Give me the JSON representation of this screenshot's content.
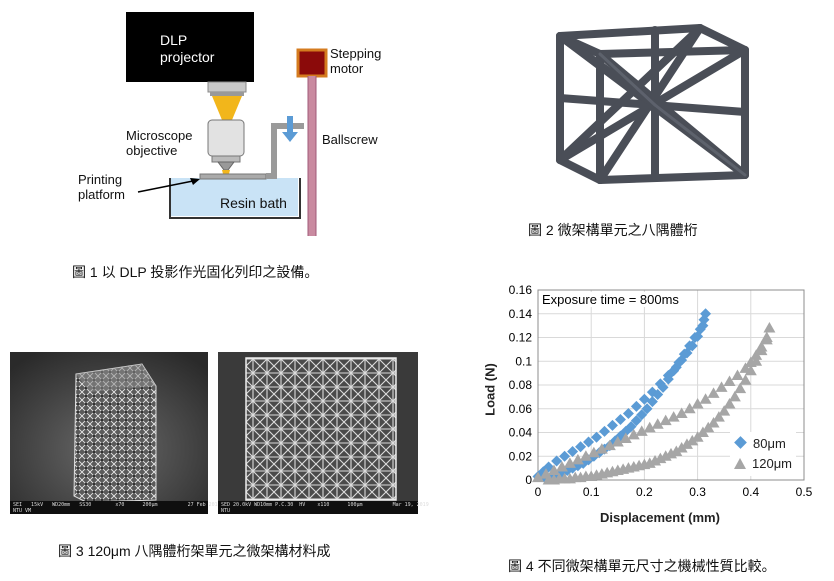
{
  "fig1": {
    "projector": "DLP\nprojector",
    "motor": "Stepping\nmotor",
    "objective": "Microscope\nobjective",
    "ballscrew": "Ballscrew",
    "platform": "Printing\nplatform",
    "bath": "Resin bath",
    "caption": "圖 1  以 DLP 投影作光固化列印之設備。"
  },
  "fig2": {
    "caption": "圖 2  微架構單元之八隅體桁"
  },
  "fig3": {
    "caption": "圖 3 120μm 八隅體桁架單元之微架構材料成",
    "left_bar": "SEI   15kV   WD20mm   SS30        x70      200μm          27 Feb 2018\nNTU VM",
    "right_bar": "SED 20.0kV WD10mm P.C.30  HV    x110      100μm          Mar 19, 2019\nNTU"
  },
  "fig4": {
    "caption": "圖 4  不同微架構單元尺寸之機械性質比較。",
    "colors": {
      "s80": "#5b9bd5",
      "s120": "#a6a6a6"
    }
  },
  "chart_data": {
    "type": "scatter",
    "title": "Exposure time = 800ms",
    "xlabel": "Displacement (mm)",
    "ylabel": "Load (N)",
    "xlim": [
      0,
      0.5
    ],
    "ylim": [
      0,
      0.16
    ],
    "xticks": [
      "0",
      "0.1",
      "0.2",
      "0.3",
      "0.4",
      "0.5"
    ],
    "yticks": [
      "0",
      "0.02",
      "0.04",
      "0.06",
      "0.08",
      "0.1",
      "0.12",
      "0.14",
      "0.16"
    ],
    "grid": true,
    "legend_position": "bottom-right",
    "series": [
      {
        "name": "80μm",
        "marker": "diamond",
        "x": [
          0.0,
          0.01,
          0.02,
          0.035,
          0.05,
          0.065,
          0.08,
          0.095,
          0.11,
          0.125,
          0.14,
          0.155,
          0.17,
          0.185,
          0.2,
          0.215,
          0.23,
          0.245,
          0.26,
          0.27,
          0.28,
          0.29,
          0.3,
          0.31,
          0.315,
          0.312,
          0.305,
          0.295,
          0.285,
          0.275,
          0.265,
          0.255,
          0.245,
          0.235,
          0.225,
          0.215,
          0.205,
          0.195,
          0.185,
          0.175,
          0.165,
          0.155,
          0.145,
          0.135,
          0.125,
          0.115,
          0.105,
          0.095,
          0.085,
          0.075,
          0.065,
          0.055,
          0.045,
          0.035,
          0.025,
          0.015
        ],
        "y": [
          0.003,
          0.007,
          0.011,
          0.016,
          0.02,
          0.024,
          0.028,
          0.032,
          0.036,
          0.041,
          0.046,
          0.051,
          0.056,
          0.062,
          0.068,
          0.074,
          0.081,
          0.088,
          0.095,
          0.101,
          0.107,
          0.113,
          0.121,
          0.13,
          0.14,
          0.135,
          0.127,
          0.12,
          0.113,
          0.106,
          0.099,
          0.092,
          0.085,
          0.078,
          0.072,
          0.066,
          0.06,
          0.055,
          0.05,
          0.045,
          0.041,
          0.037,
          0.033,
          0.029,
          0.026,
          0.023,
          0.02,
          0.017,
          0.014,
          0.012,
          0.01,
          0.008,
          0.006,
          0.004,
          0.003,
          0.001
        ]
      },
      {
        "name": "120μm",
        "marker": "triangle",
        "x": [
          0.0,
          0.015,
          0.03,
          0.045,
          0.06,
          0.075,
          0.09,
          0.105,
          0.12,
          0.135,
          0.15,
          0.165,
          0.18,
          0.195,
          0.21,
          0.225,
          0.24,
          0.255,
          0.27,
          0.285,
          0.3,
          0.315,
          0.33,
          0.345,
          0.36,
          0.375,
          0.39,
          0.4,
          0.41,
          0.42,
          0.43,
          0.435,
          0.43,
          0.42,
          0.41,
          0.4,
          0.39,
          0.38,
          0.37,
          0.36,
          0.35,
          0.34,
          0.33,
          0.32,
          0.31,
          0.3,
          0.29,
          0.28,
          0.27,
          0.26,
          0.25,
          0.24,
          0.23,
          0.22,
          0.21,
          0.2,
          0.19,
          0.18,
          0.17,
          0.16,
          0.15,
          0.14,
          0.13,
          0.12,
          0.11,
          0.1,
          0.09,
          0.08,
          0.07,
          0.06,
          0.05,
          0.04,
          0.03,
          0.02
        ],
        "y": [
          0.002,
          0.005,
          0.008,
          0.011,
          0.014,
          0.017,
          0.02,
          0.023,
          0.026,
          0.029,
          0.032,
          0.035,
          0.038,
          0.041,
          0.044,
          0.047,
          0.05,
          0.053,
          0.056,
          0.06,
          0.064,
          0.068,
          0.073,
          0.078,
          0.083,
          0.088,
          0.094,
          0.099,
          0.105,
          0.112,
          0.12,
          0.128,
          0.118,
          0.109,
          0.1,
          0.092,
          0.084,
          0.077,
          0.07,
          0.064,
          0.058,
          0.053,
          0.048,
          0.044,
          0.04,
          0.036,
          0.033,
          0.03,
          0.027,
          0.024,
          0.022,
          0.02,
          0.018,
          0.016,
          0.014,
          0.013,
          0.012,
          0.011,
          0.01,
          0.009,
          0.008,
          0.007,
          0.006,
          0.005,
          0.004,
          0.003,
          0.003,
          0.002,
          0.002,
          0.001,
          0.001,
          0.001,
          0.0,
          0.0
        ]
      }
    ]
  }
}
